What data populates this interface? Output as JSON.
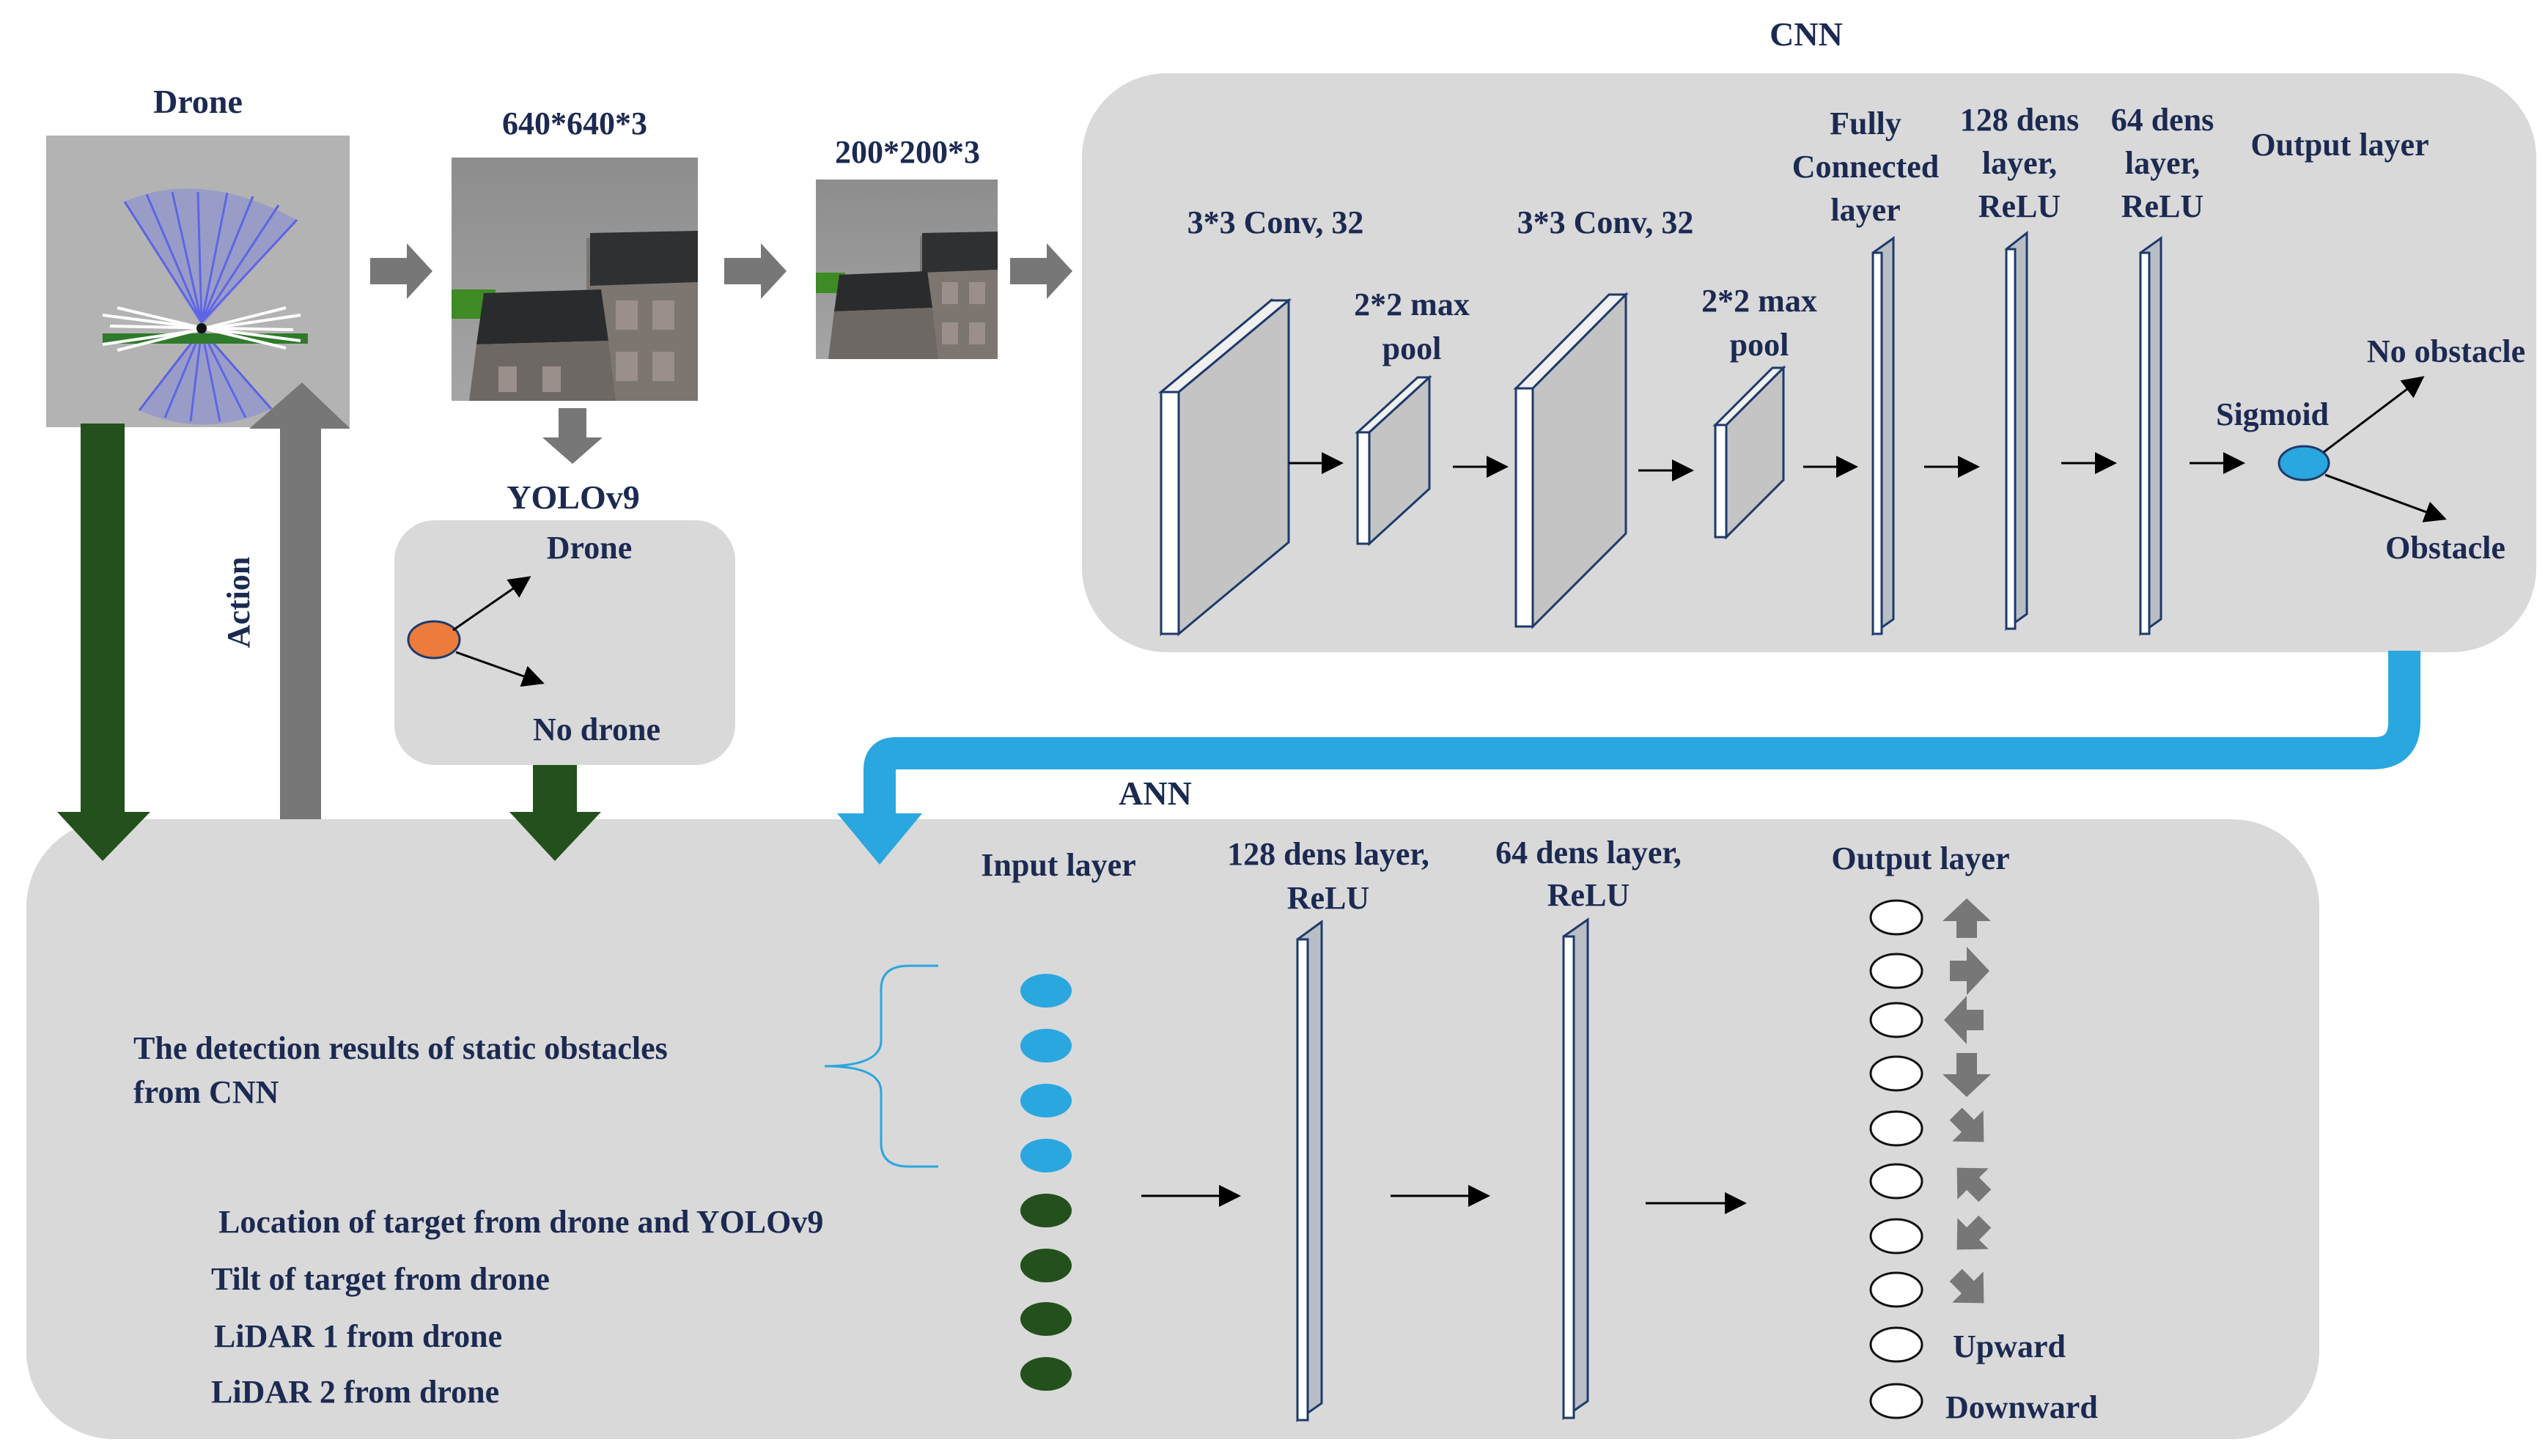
{
  "title_drone": "Drone",
  "img1_dims": "640*640*3",
  "img2_dims": "200*200*3",
  "action_label": "Action",
  "yolo": {
    "title": "YOLOv9",
    "out_drone": "Drone",
    "out_no_drone": "No drone"
  },
  "cnn": {
    "title": "CNN",
    "conv1": "3*3 Conv, 32",
    "pool1": [
      "2*2 max",
      "pool"
    ],
    "conv2": "3*3 Conv, 32",
    "pool2": [
      "2*2 max",
      "pool"
    ],
    "fc": [
      "Fully",
      "Connected",
      "layer"
    ],
    "dense128": [
      "128 dens",
      "layer,",
      "ReLU"
    ],
    "dense64": [
      "64 dens",
      "layer,",
      "ReLU"
    ],
    "output_layer": "Output layer",
    "sigmoid": "Sigmoid",
    "out_no_obstacle": "No obstacle",
    "out_obstacle": "Obstacle"
  },
  "ann": {
    "title": "ANN",
    "input_layer": "Input layer",
    "dense128": [
      "128 dens layer,",
      "ReLU"
    ],
    "dense64": [
      "64 dens layer,",
      "ReLU"
    ],
    "output_layer": "Output layer",
    "cnn_inputs_label": [
      "The detection results of static obstacles",
      "from CNN"
    ],
    "input_labels": [
      "Location of target from drone and YOLOv9",
      "Tilt of target from drone",
      "LiDAR 1 from drone",
      "LiDAR 2 from drone"
    ],
    "outputs": [
      "",
      "",
      "",
      "",
      "",
      "",
      "",
      "",
      "Upward",
      "Downward"
    ],
    "output_icons": [
      "arrow-up-icon",
      "arrow-right-icon",
      "arrow-left-icon",
      "arrow-down-icon",
      "arrow-down-right-icon",
      "arrow-up-left-icon",
      "arrow-down-left-icon",
      "arrow-down-right-icon"
    ]
  },
  "colors": {
    "panel": "#d9d9d9",
    "cyan": "#2aa7df",
    "dark_green": "#23501c",
    "gray_arrow": "#777777",
    "orange": "#ec7b3c",
    "text": "#1c2a52"
  }
}
